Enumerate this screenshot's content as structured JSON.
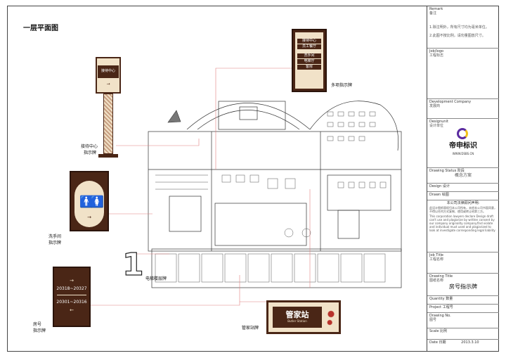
{
  "page": {
    "title": "一层平面图"
  },
  "drawing": {
    "floor_number": "1",
    "labels": {
      "multi_sign": "多项指示牌",
      "reception_sign": [
        "接待中心",
        "指示牌"
      ],
      "restroom_sign": [
        "洗手间",
        "指示牌"
      ],
      "elevator_sign": "电梯楼层牌",
      "room_sign": [
        "房号",
        "指示牌"
      ],
      "butler_sign": "管家站牌"
    }
  },
  "signs": {
    "multi": {
      "items": [
        "接待中心",
        "员工餐厅",
        "洗手间",
        "电梯厅",
        "客房"
      ]
    },
    "reception": {
      "title": "接待中心"
    },
    "room": {
      "range_top": "20318~20327",
      "range_bottom": "20301~20316"
    },
    "butler": {
      "title": "管家站",
      "subtitle": "Butler Station"
    }
  },
  "titleblock": {
    "remark": {
      "key": "Remark",
      "value": "备注",
      "notes": [
        "1.除注明外，所有尺寸均为毫米单位。",
        "2.此图不按比例，请勿量图放尺寸。"
      ]
    },
    "job_logo": {
      "key": "Job/logo",
      "value": "工程标志"
    },
    "development": {
      "key": "Development Company",
      "value": "发展商"
    },
    "design_unit": {
      "key": "Designunit",
      "value": "设计单位"
    },
    "logo": {
      "brand": "帝申标识",
      "url": "WWW.DSBS.CN"
    },
    "drawing_status": {
      "key": "Drawing Status",
      "value": "阶段",
      "stage": "概念方案"
    },
    "design": {
      "key": "Design",
      "value": "设计"
    },
    "drawn": {
      "key": "Drawn",
      "value": "绘图"
    },
    "legal": {
      "title": "本公司法律顾问声明:",
      "cn": "此设计图纸版权归本公司所有，未经本公司书面同意，不得以任何方式复制、使用或转让给第三方。",
      "en": "This corporation lawyers declare Design draft can't use and plagiarize by written consent by our company originality company.find violate and individual must used and plagiarized to look at investigate corresponding legal liability"
    },
    "job_title": {
      "key": "Job Title",
      "value": "工程名称"
    },
    "drawing_title": {
      "key": "Drawing Title",
      "value": "图纸名称",
      "name": "房号指示牌"
    },
    "quantity": {
      "key": "Quantity",
      "value": "数量"
    },
    "project": {
      "key": "Project",
      "value": "工程号"
    },
    "drawing_no": {
      "key": "Drawing No.",
      "value": "图号"
    },
    "scale": {
      "key": "Scale",
      "value": "比例"
    },
    "date": {
      "key": "Date",
      "value": "日期",
      "date": "2013.3.10"
    }
  },
  "colors": {
    "sign_brown": "#4a2616",
    "sign_cream": "#f1e2c8",
    "leader_line": "#e08080",
    "logo_purple": "#5b2ca0",
    "logo_yellow": "#f2c318"
  }
}
